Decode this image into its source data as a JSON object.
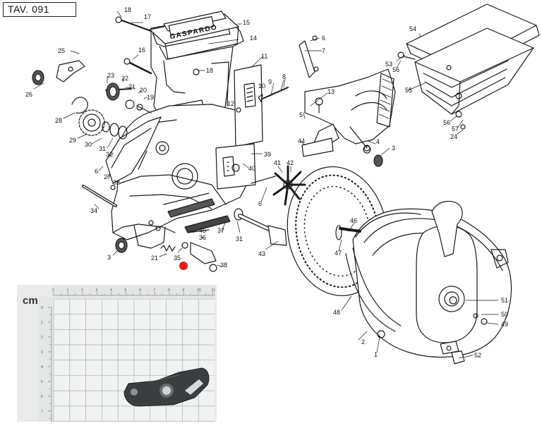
{
  "header": {
    "title": "TAV. 091"
  },
  "callouts": [
    "1",
    "2",
    "3",
    "3",
    "4",
    "5",
    "6",
    "6",
    "6",
    "7",
    "8",
    "9",
    "10",
    "11",
    "12",
    "13",
    "14",
    "15",
    "16",
    "17",
    "18",
    "18",
    "19",
    "20",
    "21",
    "21",
    "22",
    "23",
    "24",
    "25",
    "26",
    "27",
    "28",
    "29",
    "30",
    "31",
    "31",
    "32",
    "33",
    "34",
    "35",
    "36",
    "37",
    "38",
    "39",
    "40",
    "41",
    "42",
    "43",
    "44",
    "45",
    "46",
    "47",
    "48",
    "49",
    "50",
    "51",
    "52",
    "53",
    "54",
    "55",
    "56",
    "56",
    "57"
  ],
  "lid_logo": "GASPARDO",
  "photo": {
    "unit": "cm",
    "top_scale": [
      "0",
      "1",
      "2",
      "3",
      "4",
      "5",
      "6",
      "7",
      "8",
      "9",
      "10",
      "11"
    ],
    "side_scale": [
      "0",
      "1",
      "2",
      "3",
      "4",
      "5",
      "6",
      "7",
      "8"
    ]
  },
  "highlight_color": "#e11b1b"
}
